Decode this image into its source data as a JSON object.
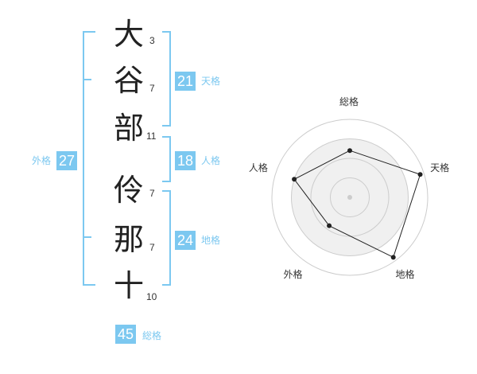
{
  "name": {
    "chars": [
      {
        "char": "大",
        "strokes": "3"
      },
      {
        "char": "谷",
        "strokes": "7"
      },
      {
        "char": "部",
        "strokes": "11"
      },
      {
        "char": "伶",
        "strokes": "7"
      },
      {
        "char": "那",
        "strokes": "7"
      },
      {
        "char": "十",
        "strokes": "10"
      }
    ]
  },
  "kakusu": {
    "tenkaku": {
      "label": "天格",
      "value": "21"
    },
    "jinkaku": {
      "label": "人格",
      "value": "18"
    },
    "chikaku": {
      "label": "地格",
      "value": "24"
    },
    "gaikaku": {
      "label": "外格",
      "value": "27"
    },
    "soukaku": {
      "label": "総格",
      "value": "45"
    }
  },
  "colors": {
    "accent": "#7cc8f0",
    "text": "#222222",
    "grid": "#cccccc",
    "fill": "#f0f0f0",
    "line": "#222222"
  },
  "chart_data": {
    "type": "radar",
    "axes": [
      "総格",
      "天格",
      "地格",
      "外格",
      "人格"
    ],
    "values": [
      0.6,
      0.95,
      0.95,
      0.45,
      0.75
    ],
    "rings": 4,
    "grid": true
  }
}
